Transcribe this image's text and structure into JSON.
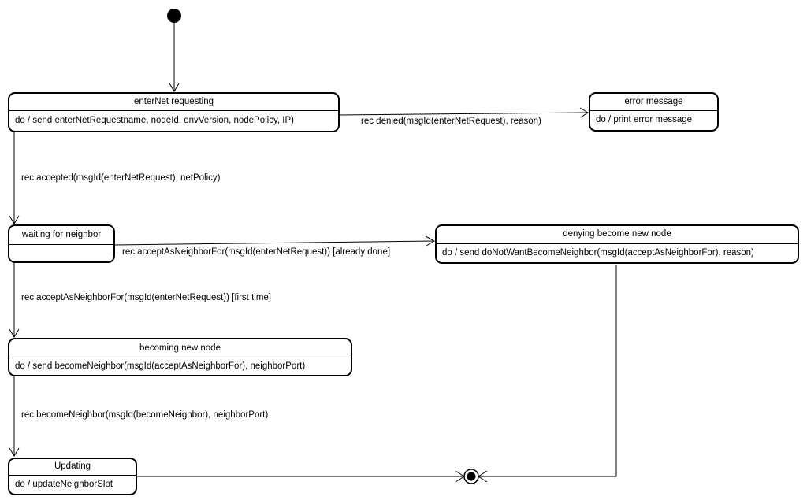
{
  "diagram_type": "uml-state-diagram",
  "colors": {
    "stroke": "#000000",
    "background": "#ffffff"
  },
  "states": {
    "enterNet": {
      "title": "enterNet requesting",
      "action": "do / send enterNetRequestname, nodeId, envVersion, nodePolicy, IP)"
    },
    "errorMessage": {
      "title": "error message",
      "action": "do / print error message"
    },
    "waiting": {
      "title": "waiting for neighbor",
      "action": ""
    },
    "denying": {
      "title": "denying become new node",
      "action": "do / send doNotWantBecomeNeighbor(msgId(acceptAsNeighborFor), reason)"
    },
    "becoming": {
      "title": "becoming new node",
      "action": "do / send becomeNeighbor(msgId(acceptAsNeighborFor), neighborPort)"
    },
    "updating": {
      "title": "Updating",
      "action": "do / updateNeighborSlot"
    }
  },
  "transitions": {
    "denied": "rec denied(msgId(enterNetRequest), reason)",
    "accepted": "rec accepted(msgId(enterNetRequest), netPolicy)",
    "alreadyDone": "rec acceptAsNeighborFor(msgId(enterNetRequest)) [already done]",
    "firstTime": "rec acceptAsNeighborFor(msgId(enterNetRequest)) [first time]",
    "becomeNeighbor": "rec becomeNeighbor(msgId(becomeNeighbor), neighborPort)"
  },
  "nodes": {
    "initial": "initial-state",
    "final": "final-state"
  }
}
